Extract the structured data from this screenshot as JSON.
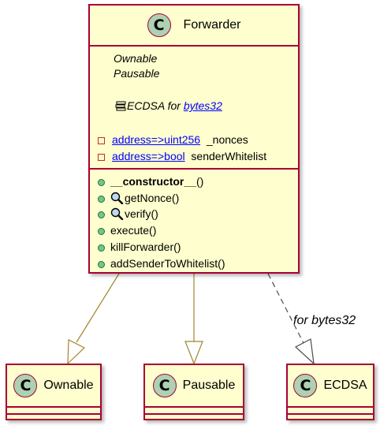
{
  "diagram": {
    "main_class": {
      "name": "Forwarder",
      "stereo_lines": [
        "Ownable",
        "Pausable"
      ],
      "using_line": {
        "lib": "ECDSA",
        "for_text": " for ",
        "type": "bytes32"
      },
      "fields": [
        {
          "type": "address=>uint256",
          "name": "_nonces"
        },
        {
          "type": "address=>bool",
          "name": "senderWhitelist"
        }
      ],
      "methods": {
        "constructor_name": "__constructor__",
        "constructor_parens": "()",
        "get_nonce": "getNonce()",
        "verify": "verify()",
        "execute": "execute()",
        "kill": "killForwarder()",
        "add_sender": "addSenderToWhitelist()"
      }
    },
    "parents": [
      {
        "name": "Ownable"
      },
      {
        "name": "Pausable"
      },
      {
        "name": "ECDSA"
      }
    ],
    "edge_label": "for bytes32",
    "icon_letter": "C",
    "colors": {
      "border": "#A80036",
      "fill": "#FEFECE",
      "circle": "#ADD1B2",
      "edge": "#A0852E"
    },
    "icons": {
      "getNonce": "magnifier-icon",
      "verify": "magnifier-icon",
      "ecdsa": "library-icon"
    }
  }
}
